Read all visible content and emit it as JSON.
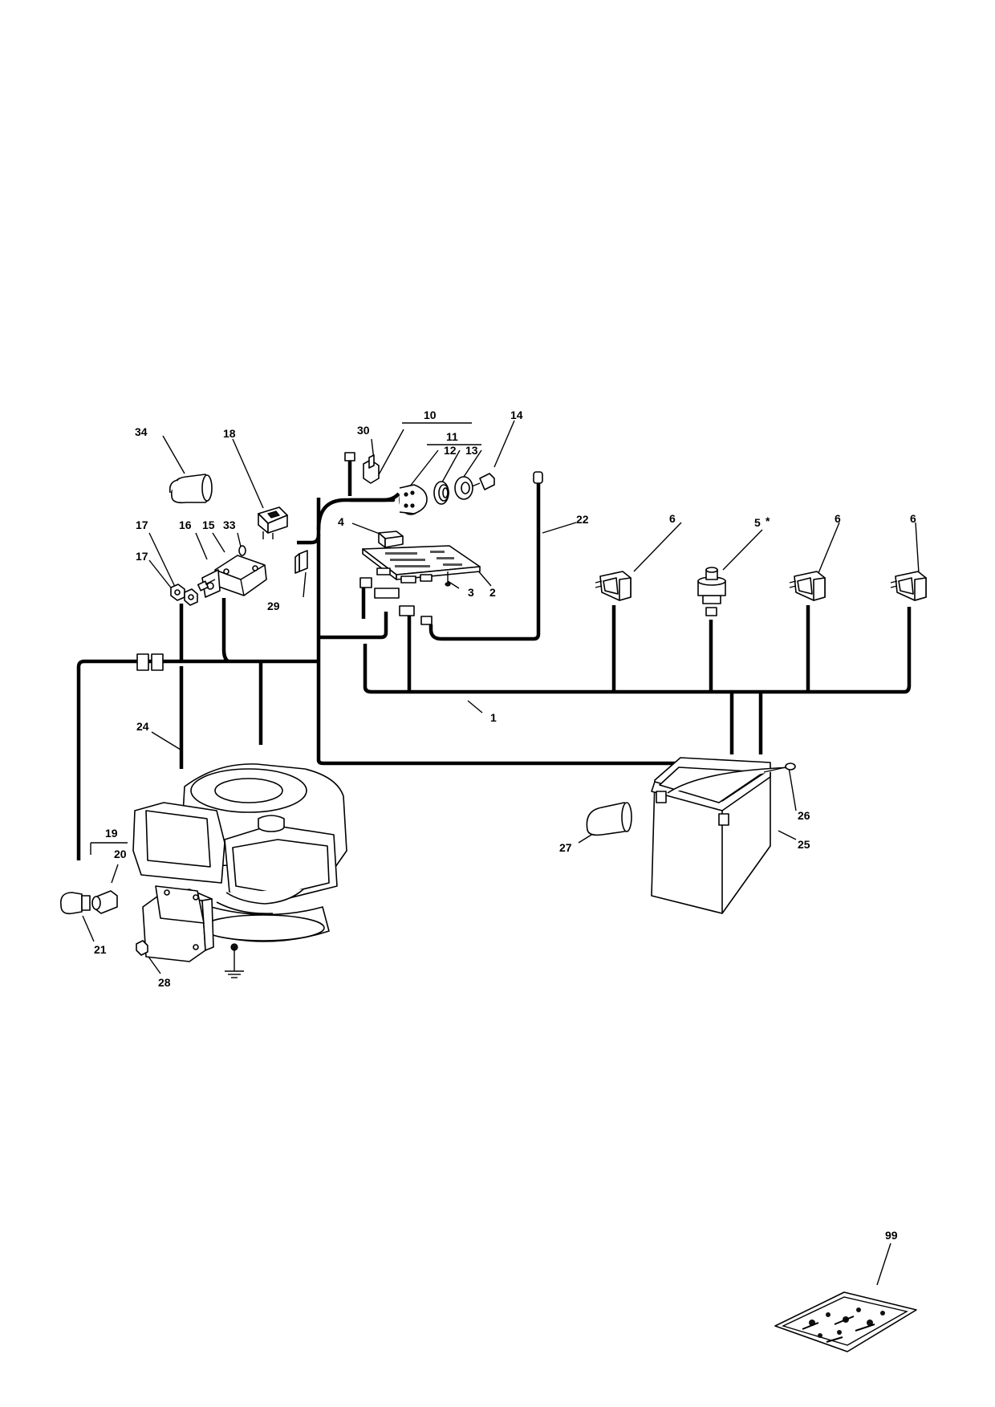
{
  "diagram": {
    "callouts": [
      {
        "id": "c1",
        "text": "1"
      },
      {
        "id": "c2",
        "text": "2"
      },
      {
        "id": "c3",
        "text": "3"
      },
      {
        "id": "c4",
        "text": "4"
      },
      {
        "id": "c5",
        "text": "5"
      },
      {
        "id": "c5star",
        "text": "*"
      },
      {
        "id": "c6a",
        "text": "6"
      },
      {
        "id": "c6b",
        "text": "6"
      },
      {
        "id": "c6c",
        "text": "6"
      },
      {
        "id": "c10",
        "text": "10"
      },
      {
        "id": "c11",
        "text": "11"
      },
      {
        "id": "c12",
        "text": "12"
      },
      {
        "id": "c13",
        "text": "13"
      },
      {
        "id": "c14",
        "text": "14"
      },
      {
        "id": "c15",
        "text": "15"
      },
      {
        "id": "c16",
        "text": "16"
      },
      {
        "id": "c17a",
        "text": "17"
      },
      {
        "id": "c17b",
        "text": "17"
      },
      {
        "id": "c18",
        "text": "18"
      },
      {
        "id": "c19",
        "text": "19"
      },
      {
        "id": "c20",
        "text": "20"
      },
      {
        "id": "c21",
        "text": "21"
      },
      {
        "id": "c22",
        "text": "22"
      },
      {
        "id": "c24",
        "text": "24"
      },
      {
        "id": "c25",
        "text": "25"
      },
      {
        "id": "c26",
        "text": "26"
      },
      {
        "id": "c27",
        "text": "27"
      },
      {
        "id": "c28",
        "text": "28"
      },
      {
        "id": "c29",
        "text": "29"
      },
      {
        "id": "c30",
        "text": "30"
      },
      {
        "id": "c33",
        "text": "33"
      },
      {
        "id": "c34",
        "text": "34"
      },
      {
        "id": "c99",
        "text": "99"
      }
    ]
  }
}
